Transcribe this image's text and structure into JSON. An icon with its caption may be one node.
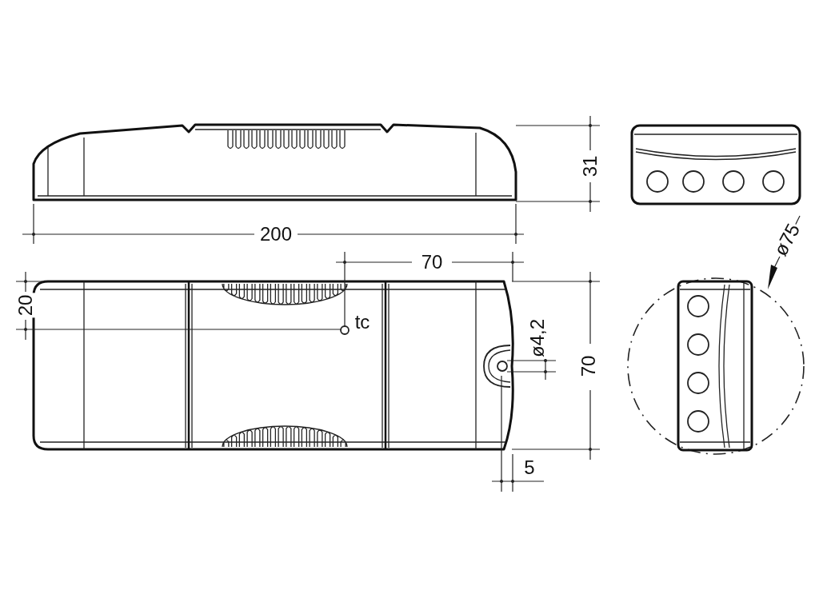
{
  "diagram": {
    "labels": [
      "31",
      "200",
      "70",
      "ø75",
      "20",
      "tc",
      "ø4,2",
      "70",
      "5"
    ]
  }
}
